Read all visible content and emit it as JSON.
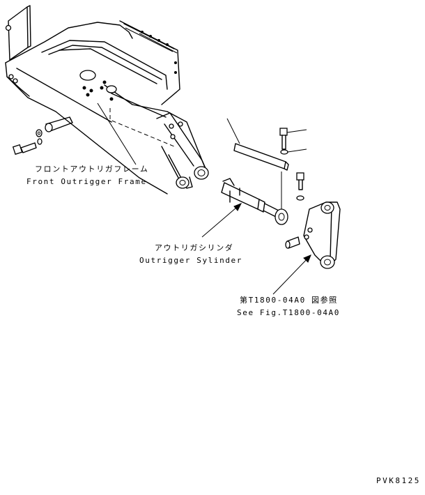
{
  "labels": {
    "frame_jp": "フロントアウトリガフレーム",
    "frame_en": "Front Outrigger Frame",
    "cyl_jp": "アウトリガシリンダ",
    "cyl_en": "Outrigger Sylinder",
    "ref_jp": "第T1800-04A0 図参照",
    "ref_en": "See Fig.T1800-04A0",
    "code": "PVK8125"
  }
}
